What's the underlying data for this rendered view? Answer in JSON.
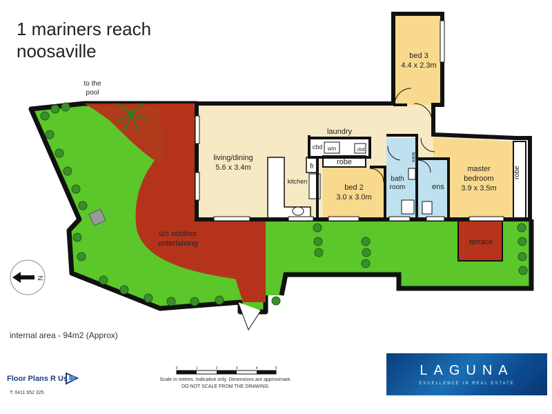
{
  "header": {
    "title_line1": "1 mariners reach",
    "title_line2": "noosaville"
  },
  "rooms": {
    "bed3_name": "bed 3",
    "bed3_size": "4.4 x 2.3m",
    "living_name": "living/dining",
    "living_size": "5.6 x 3.4m",
    "laundry": "laundry",
    "cbd": "cbd",
    "wm": "wm",
    "fr": "fr",
    "robe": "robe",
    "kitchen": "kitchen",
    "bed2_name": "bed 2",
    "bed2_size": "3.0 x 3.0m",
    "bath_line1": "bath",
    "bath_line2": "room",
    "linen": "linen",
    "ens": "ens",
    "master_line1": "master",
    "master_line2": "bedroom",
    "master_size": "3.9 x 3.5m",
    "terrace": "terrace",
    "outdoor_line1": "u/c outdoor",
    "outdoor_line2": "entertaining",
    "pool_line1": "to the",
    "pool_line2": "pool"
  },
  "compass": {
    "label": "N"
  },
  "footer": {
    "internal_area": "internal area - 94m2 (Approx)",
    "scale_ticks": [
      "0",
      "1",
      "2",
      "3",
      "4",
      "5"
    ],
    "scale_note_line1": "Scale in metres. Indicative only. Dimensions are approximate.",
    "scale_note_line2": "DO NOT SCALE FROM THE DRAWING.",
    "brand": "Floor Plans R Us",
    "phone": "T: 0411 652 325",
    "agency_name": "LAGUNA",
    "agency_tagline": "EXCELLENCE IN REAL ESTATE"
  },
  "colors": {
    "interior": "#f7e9c4",
    "bedroom": "#f9d98e",
    "wet_area": "#bfe1ef",
    "lawn": "#5bc72a",
    "deck": "#b5341b",
    "wall": "#111111",
    "agency_blue": "#0d4f95"
  }
}
